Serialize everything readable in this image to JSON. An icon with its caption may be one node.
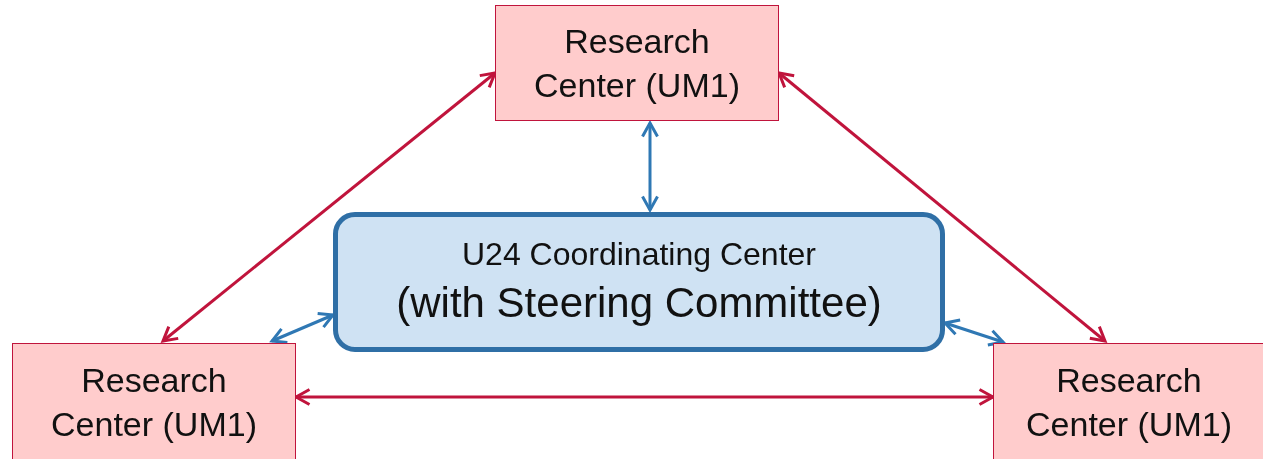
{
  "diagram": {
    "nodes": [
      {
        "text": [
          "Research Center (UM1)"
        ]
      },
      {
        "text": [
          "U24 Coordinating Center",
          "(with Steering Committee)"
        ]
      },
      {
        "text": [
          "Research Center (UM1)"
        ]
      },
      {
        "text": [
          "Research Center (UM1)"
        ]
      }
    ],
    "edges": [
      {
        "from": 0,
        "to": 2,
        "arrow": "both"
      },
      {
        "from": 0,
        "to": 3,
        "arrow": "both"
      },
      {
        "from": 2,
        "to": 3,
        "arrow": "both"
      },
      {
        "from": 0,
        "to": 1,
        "arrow": "both",
        "color": "#2f78b4"
      },
      {
        "from": 2,
        "to": 1,
        "arrow": "both",
        "color": "#2f78b4"
      },
      {
        "from": 1,
        "to": 3,
        "arrow": "both",
        "color": "#2f78b4"
      }
    ]
  }
}
